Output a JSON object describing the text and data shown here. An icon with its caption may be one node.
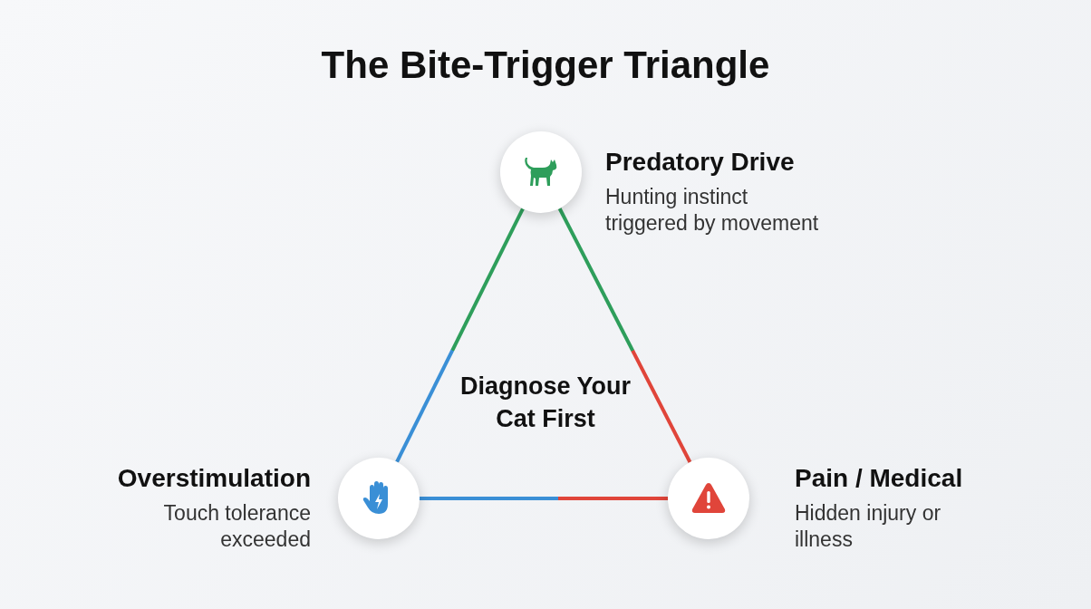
{
  "diagram": {
    "title": "The Bite-Trigger Triangle",
    "nodes": [
      {
        "text": [
          "Predatory Drive",
          "Hunting instinct triggered by movement"
        ]
      },
      {
        "text": [
          "Overstimulation",
          "Touch tolerance exceeded"
        ]
      },
      {
        "text": [
          "Pain / Medical",
          "Hidden injury or illness"
        ]
      }
    ],
    "edges": [
      {
        "from": 0,
        "to": 1,
        "arrow": "none"
      },
      {
        "from": 0,
        "to": 2,
        "arrow": "none"
      },
      {
        "from": 1,
        "to": 2,
        "arrow": "none"
      }
    ],
    "labels": [
      "Diagnose Your Cat First"
    ]
  }
}
